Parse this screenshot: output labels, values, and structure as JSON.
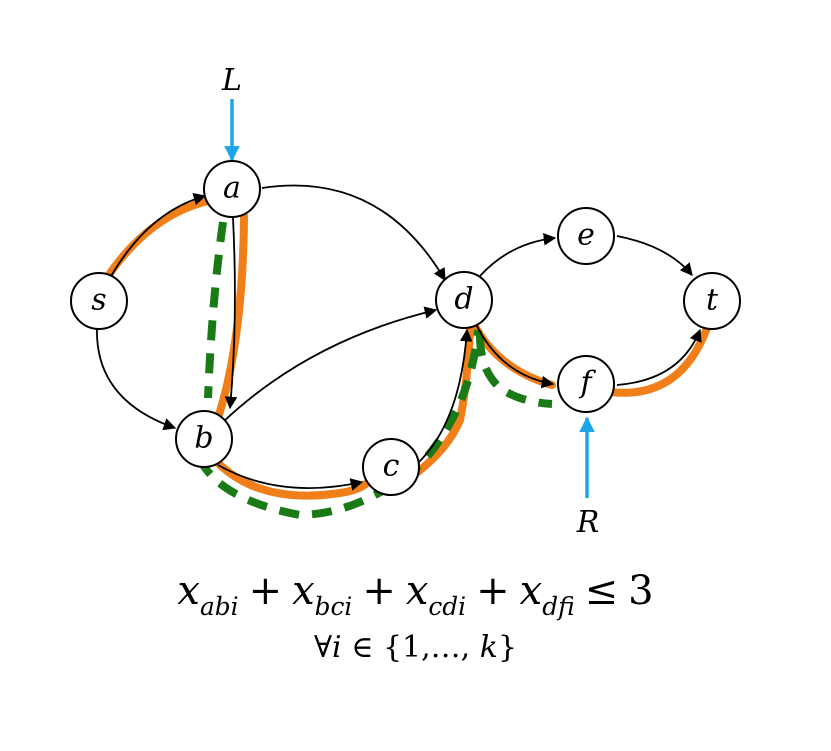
{
  "nodes": {
    "s": "s",
    "a": "a",
    "b": "b",
    "c": "c",
    "d": "d",
    "e": "e",
    "f": "f",
    "t": "t"
  },
  "labels": {
    "top": "L",
    "bottom": "R"
  },
  "colors": {
    "path_solid": "#f07f19",
    "path_dashed": "#1a7a16",
    "pointer_arrows": "#20a4e8"
  },
  "formula": {
    "var": "x",
    "terms": [
      "abi",
      "bci",
      "cdi",
      "dfi"
    ],
    "plus": "+",
    "relation": "≤",
    "rhs": "3",
    "quantifier": "∀",
    "index_var": "i",
    "in_symbol": "∈",
    "set": "{1,…, k}"
  }
}
